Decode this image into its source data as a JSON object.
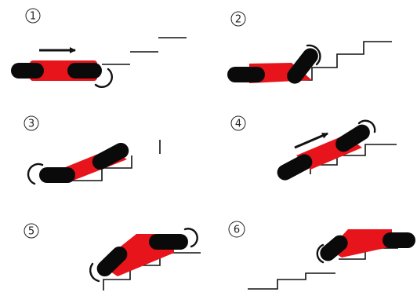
{
  "colors": {
    "body": "#e8141b",
    "track": "#0a0a0a",
    "line": "#111111",
    "background": "#ffffff"
  },
  "steps": [
    {
      "label": "1"
    },
    {
      "label": "2"
    },
    {
      "label": "3"
    },
    {
      "label": "4"
    },
    {
      "label": "5"
    },
    {
      "label": "6"
    }
  ]
}
